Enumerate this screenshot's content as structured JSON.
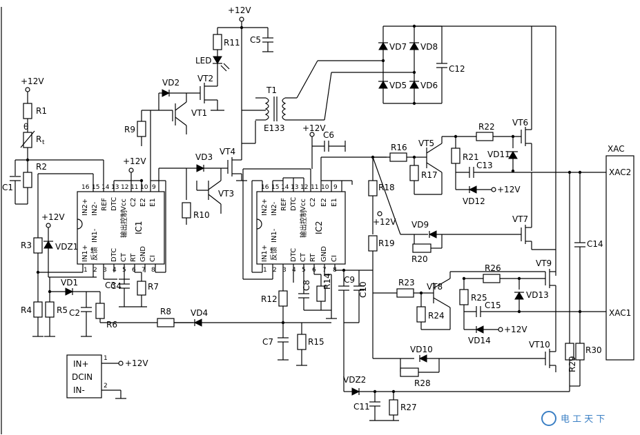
{
  "rails": {
    "v12": "+12V"
  },
  "ics": {
    "ic1": {
      "name": "IC1",
      "desc": "输出控制",
      "fb": "反馈",
      "pins_top": [
        "IN2+",
        "IN2-",
        "REF",
        "DTC",
        "Vcc",
        "C2",
        "E2",
        "E1"
      ],
      "pins_bot": [
        "IN1+",
        "IN1-",
        "DTC",
        "CT",
        "RT",
        "GND",
        "CI"
      ],
      "nums_top": [
        "16",
        "15",
        "14",
        "13",
        "12",
        "11",
        "10",
        "9"
      ],
      "nums_bot": [
        "1",
        "2",
        "3",
        "4",
        "5",
        "6",
        "7",
        "8"
      ]
    },
    "ic2": {
      "name": "IC2",
      "desc": "输出控制",
      "fb": "反馈",
      "pins_top": [
        "IN2+",
        "IN2-",
        "REF",
        "DTC",
        "Vcc",
        "C2",
        "E2",
        "E1"
      ],
      "pins_bot": [
        "IN1+",
        "IN1-",
        "DTC",
        "CT",
        "RT",
        "GND",
        "CI"
      ],
      "nums_top": [
        "16",
        "15",
        "14",
        "13",
        "12",
        "11",
        "10",
        "9"
      ],
      "nums_bot": [
        "1",
        "2",
        "3",
        "4",
        "5",
        "6",
        "7",
        "8"
      ]
    }
  },
  "labels": {
    "R1": "R1",
    "R2": "R2",
    "Rt": "R",
    "Rt_sub": "t",
    "theta": "θ",
    "R3": "R3",
    "R4": "R4",
    "R5": "R5",
    "R6": "R6",
    "R7": "R7",
    "R8": "R8",
    "R9": "R9",
    "R10": "R10",
    "R11": "R11",
    "R12": "R12",
    "R14": "R14",
    "R15": "R15",
    "R16": "R16",
    "R17": "R17",
    "R18": "R18",
    "R19": "R19",
    "R20": "R20",
    "R21": "R21",
    "R22": "R22",
    "R23": "R23",
    "R24": "R24",
    "R25": "R25",
    "R26": "R26",
    "R27": "R27",
    "R28": "R28",
    "R29": "R29",
    "R30": "R30",
    "C1": "C1",
    "C2": "C2",
    "C3": "C3",
    "C4": "C4",
    "C5": "C5",
    "C6": "C6",
    "C7": "C7",
    "C8": "C8",
    "C9": "C9",
    "C10": "C10",
    "C11": "C11",
    "C12": "C12",
    "C13": "C13",
    "C14": "C14",
    "C15": "C15",
    "VD1": "VD1",
    "VD2": "VD2",
    "VD3": "VD3",
    "VD4": "VD4",
    "VD5": "VD5",
    "VD6": "VD6",
    "VD7": "VD7",
    "VD8": "VD8",
    "VD9": "VD9",
    "VD10": "VD10",
    "VD11": "VD11",
    "VD12": "VD12",
    "VD13": "VD13",
    "VD14": "VD14",
    "VDZ1": "VDZ1",
    "VDZ2": "VDZ2",
    "VT1": "VT1",
    "VT2": "VT2",
    "VT3": "VT3",
    "VT4": "VT4",
    "VT5": "VT5",
    "VT6": "VT6",
    "VT7": "VT7",
    "VT8": "VT8",
    "VT9": "VT9",
    "VT10": "VT10",
    "LED": "LED",
    "T1": "T1",
    "E133": "E133",
    "XAC": "XAC",
    "XAC1": "XAC1",
    "XAC2": "XAC2",
    "DCIN": "DCIN",
    "INp": "IN+",
    "INm": "IN-",
    "dc1": "1",
    "dc2": "2"
  },
  "watermark": {
    "text": "电 工 天 下"
  }
}
